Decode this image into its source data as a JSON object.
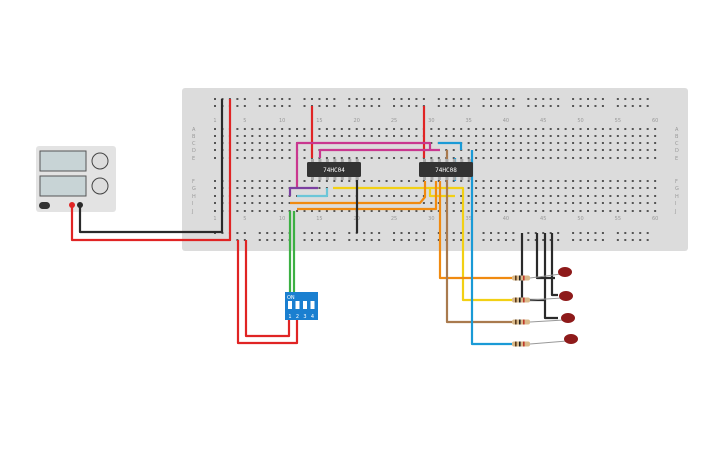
{
  "breadboard": {
    "column_numbers": [
      "1",
      "5",
      "10",
      "15",
      "20",
      "25",
      "30",
      "35",
      "40",
      "45",
      "50",
      "55",
      "60"
    ],
    "row_letters_top": [
      "A",
      "B",
      "C",
      "D",
      "E"
    ],
    "row_letters_bottom": [
      "F",
      "G",
      "H",
      "I",
      "J"
    ],
    "color": "#dcdcdc"
  },
  "chips": [
    {
      "label": "74HC04"
    },
    {
      "label": "74HC08"
    }
  ],
  "dip_switch": {
    "on_label": "ON",
    "switch_numbers": [
      "1",
      "2",
      "3",
      "4"
    ],
    "color": "#1a7fd0"
  },
  "power_supply": {
    "color": "#e3e3e3"
  },
  "wire_colors": {
    "red": "#e02424",
    "black": "#2a2a2a",
    "green": "#3cb043",
    "magenta": "#c9378f",
    "purple": "#7b3fa0",
    "cyan": "#6cc6d8",
    "yellow": "#f2d014",
    "orange": "#f08a10",
    "brown": "#a97a4e",
    "blue": "#1a9ad6"
  },
  "led_color": "#8e1a1a"
}
